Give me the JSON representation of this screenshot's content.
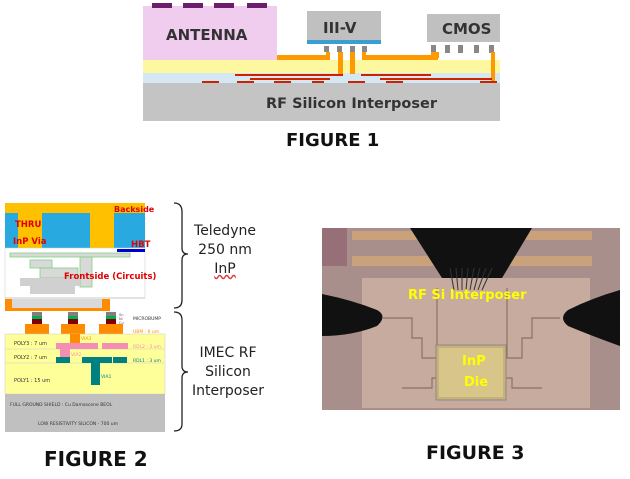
{
  "figure1": {
    "caption": "FIGURE 1",
    "labels": {
      "antenna": "ANTENNA",
      "iiiv": "III-V",
      "cmos": "CMOS",
      "interposer": "RF Silicon Interposer"
    },
    "colors": {
      "antenna": "#f0ccef",
      "antenna_pads": "#6b1f6b",
      "chip": "#c0c0c0",
      "iiiv_bond": "#3a9fd0",
      "route": "#ff9900",
      "yellow_layer": "#fdf8a0",
      "blue_layer": "#d6e7f4",
      "red_lines": "#cc2200",
      "substrate": "#c4c4c4"
    }
  },
  "figure2": {
    "caption": "FIGURE 2",
    "top_labels": {
      "thru": "THRU",
      "inp_via": "InP Via",
      "backside": "Backside",
      "hbt": "HBT",
      "frontside": "Frontside (Circuits)"
    },
    "bump_labels": [
      "Sn",
      "Ni",
      "Cu"
    ],
    "microbump": "MICROBUMP",
    "ubm": "UBM : 6 um",
    "layers": [
      {
        "name": "POLY3 : 7 um"
      },
      {
        "name": "POLY2 : 7 um"
      },
      {
        "name": "POLY1 : 15 um"
      }
    ],
    "vias": [
      "VIA3",
      "VIA2",
      "VIA1"
    ],
    "rdl": [
      "RDL2 : 3 um",
      "RDL1 : 3 um"
    ],
    "ground_shield": "FULL GROUND SHIELD : Cu Damascene BEOL",
    "silicon": "LOW RESISTIVITY SILICON - 700 um",
    "brace_top": [
      "Teledyne",
      "250 nm",
      "InP"
    ],
    "brace_bottom": [
      "IMEC RF",
      "Silicon",
      "Interposer"
    ]
  },
  "figure3": {
    "caption": "FIGURE 3",
    "label_interposer": "RF Si Interposer",
    "label_die": [
      "InP",
      "Die"
    ]
  }
}
